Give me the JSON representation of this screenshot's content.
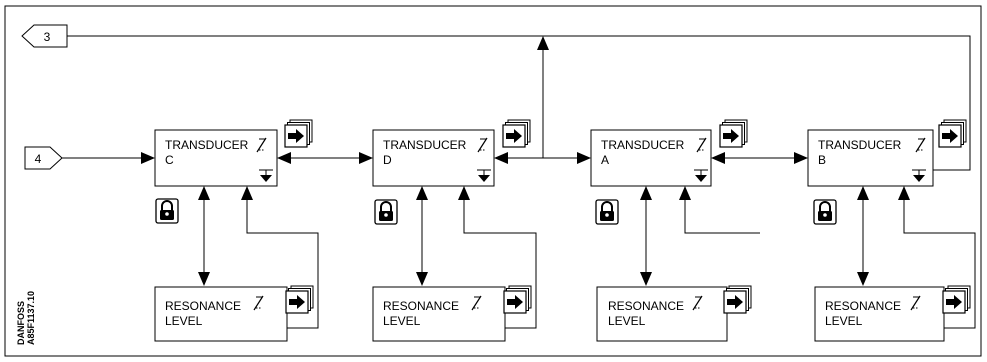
{
  "connector_in": "4",
  "connector_out": "3",
  "brand": "DANFOSS",
  "figure_code": "A85F1137.10",
  "transducers": [
    {
      "title": "TRANSDUCER",
      "letter": "C",
      "resonance_line1": "RESONANCE",
      "resonance_line2": "LEVEL"
    },
    {
      "title": "TRANSDUCER",
      "letter": "D",
      "resonance_line1": "RESONANCE",
      "resonance_line2": "LEVEL"
    },
    {
      "title": "TRANSDUCER",
      "letter": "A",
      "resonance_line1": "RESONANCE",
      "resonance_line2": "LEVEL"
    },
    {
      "title": "TRANSDUCER",
      "letter": "B",
      "resonance_line1": "RESONANCE",
      "resonance_line2": "LEVEL"
    }
  ],
  "icons": {
    "mode": "arrow-in-page-stack-icon",
    "parameter": "parameter-change-icon",
    "ground": "ground-down-arrow-icon",
    "lock": "padlock-icon"
  }
}
